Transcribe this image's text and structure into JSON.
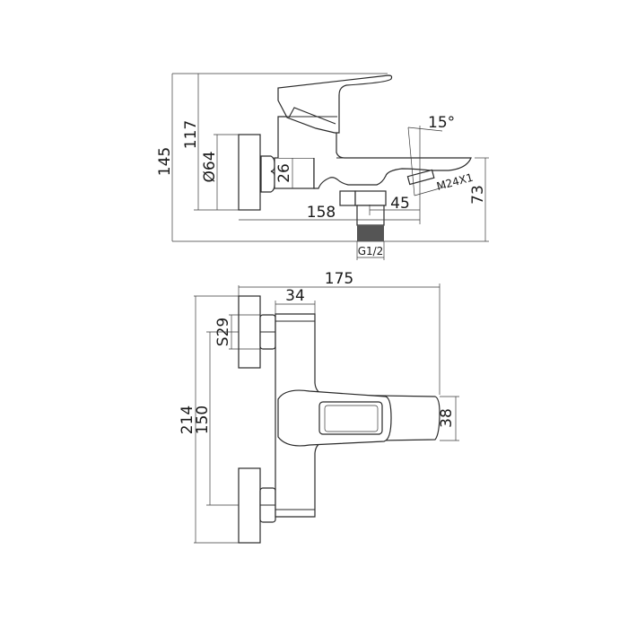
{
  "drawing": {
    "title": "Bath mixer technical drawing",
    "side_view": {
      "dimensions": {
        "total_height": "145",
        "wall_to_top": "117",
        "flange_diameter": "Ø64",
        "body_height": "26",
        "projection": "158",
        "spout_offset": "45",
        "spout_height": "73",
        "spout_angle": "15°",
        "aerator_thread": "M24X1",
        "connection_thread": "G1/2"
      }
    },
    "top_view": {
      "dimensions": {
        "total_width": "175",
        "body_width": "34",
        "nut_size": "S29",
        "total_length": "214",
        "center_distance": "150",
        "handle_width": "38"
      }
    }
  }
}
